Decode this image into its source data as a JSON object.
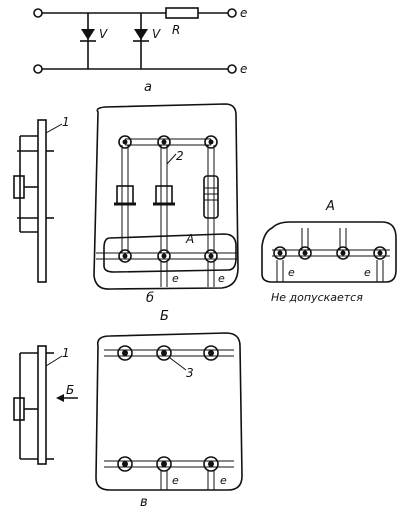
{
  "schematic": {
    "diode_label_1": "V",
    "diode_label_2": "V",
    "resistor_label": "R",
    "terminal_label_top": "е",
    "terminal_label_bottom": "е",
    "caption": "а"
  },
  "board_b": {
    "callout_1": "1",
    "callout_2": "2",
    "region_label": "А",
    "terminal_label_left": "е",
    "terminal_label_right": "е",
    "caption": "б",
    "view_label": "Б"
  },
  "detail_a": {
    "title": "А",
    "terminal_label_left": "е",
    "terminal_label_right": "е",
    "note": "Не допускается"
  },
  "board_v": {
    "callout_1": "1",
    "callout_3": "3",
    "view_arrow_label": "Б",
    "terminal_label_left": "е",
    "terminal_label_right": "е",
    "caption": "в"
  }
}
